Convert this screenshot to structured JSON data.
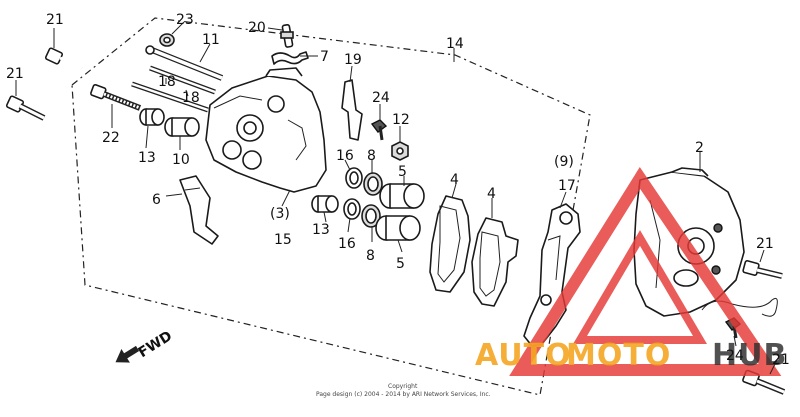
{
  "callouts": {
    "c21a": "21",
    "c21b": "21",
    "c21c": "21",
    "c21d": "21",
    "c23": "23",
    "c20": "20",
    "c7": "7",
    "c11": "11",
    "c18a": "18",
    "c18b": "18",
    "c22": "22",
    "c13a": "13",
    "c13b": "13",
    "c10": "10",
    "c6": "6",
    "c19": "19",
    "c24a": "24",
    "c24b": "24",
    "c12": "12",
    "c16a": "16",
    "c16b": "16",
    "c8a": "8",
    "c8b": "8",
    "c5a": "5",
    "c5b": "5",
    "c3": "(3)",
    "c15": "15",
    "c14": "14",
    "c4a": "4",
    "c4b": "4",
    "c9": "(9)",
    "c17": "17",
    "c2": "2"
  },
  "fwd_label": "FWD",
  "watermark": {
    "brand_a": "AUTO",
    "brand_b": "MOTO",
    "brand_c": "HUB",
    "color_orange": "#f5a623",
    "color_red": "#e53935",
    "color_dark": "#333333"
  },
  "copyright": {
    "line1": "Copyright",
    "line2": "Page design (c) 2004 - 2014 by ARI Network Services, Inc."
  }
}
